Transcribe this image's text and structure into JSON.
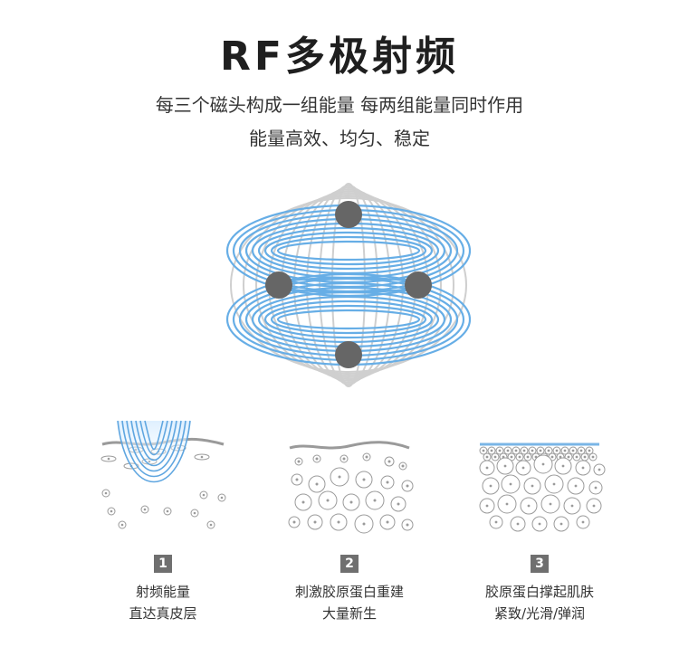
{
  "header": {
    "title": "RF多极射频",
    "line1": "每三个磁头构成一组能量  每两组能量同时作用",
    "line2": "能量高效、均匀、稳定"
  },
  "colors": {
    "field_blue": "#5fa6e0",
    "field_gray": "#c9c9c9",
    "electrode": "#6b6b6b",
    "badge_bg": "#6f6f6f"
  },
  "steps": [
    {
      "number": "1",
      "line1": "射频能量",
      "line2": "直达真皮层"
    },
    {
      "number": "2",
      "line1": "刺激胶原蛋白重建",
      "line2": "大量新生"
    },
    {
      "number": "3",
      "line1": "胶原蛋白撑起肌肤",
      "line2": "紧致/光滑/弹润"
    }
  ]
}
